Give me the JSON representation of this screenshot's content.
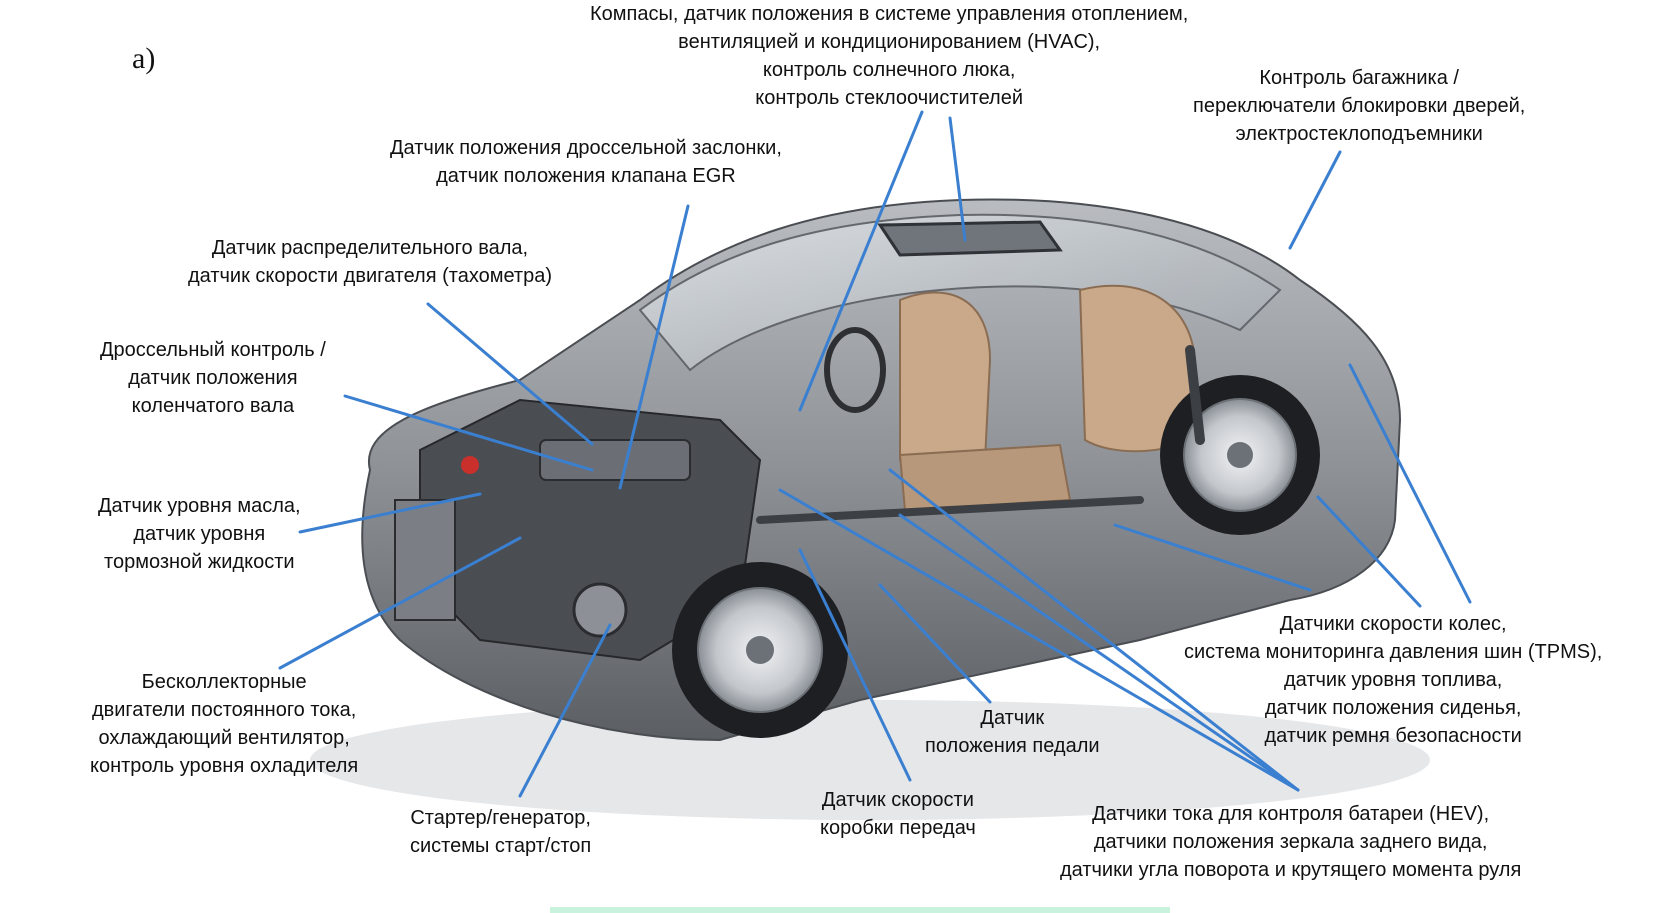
{
  "panel_label": "a)",
  "colors": {
    "leader_line": "#3a7fd0",
    "car_body": "#8e9297",
    "car_body_dark": "#55595e",
    "glass": "#c9ced3",
    "seat": "#c9a98a",
    "engine": "#4a4d52",
    "tire": "#1e1f22",
    "rim": "#d7dade"
  },
  "callouts": {
    "hvac": {
      "lines": [
        "Компасы, датчик положения в системе управления отоплением,",
        "вентиляцией и кондиционированием (HVAC),",
        "контроль солнечного люка,",
        "контроль стеклоочистителей"
      ]
    },
    "trunk": {
      "lines": [
        "Контроль багажника /",
        "переключатели блокировки дверей,",
        "электростеклоподъемники"
      ]
    },
    "throttle_egr": {
      "lines": [
        "Датчик положения дроссельной заслонки,",
        "датчик положения клапана EGR"
      ]
    },
    "camshaft": {
      "lines": [
        "Датчик распределительного вала,",
        "датчик скорости двигателя (тахометра)"
      ]
    },
    "crankshaft": {
      "lines": [
        "Дроссельный контроль /",
        "датчик положения",
        "коленчатого вала"
      ]
    },
    "oil_level": {
      "lines": [
        "Датчик уровня масла,",
        "датчик уровня",
        "тормозной жидкости"
      ]
    },
    "bldc": {
      "lines": [
        "Бесколлекторные",
        "двигатели постоянного тока,",
        "охлаждающий вентилятор,",
        "контроль уровня охладителя"
      ]
    },
    "starter": {
      "lines": [
        "Стартер/генератор,",
        "системы старт/стоп"
      ]
    },
    "gearbox": {
      "lines": [
        "Датчик скорости",
        "коробки передач"
      ]
    },
    "pedal": {
      "lines": [
        "Датчик",
        "положения педали"
      ]
    },
    "battery": {
      "lines": [
        "Датчики тока для контроля батареи (HEV),",
        "датчики положения зеркала заднего вида,",
        "датчики угла поворота и крутящего момента руля"
      ]
    },
    "wheels": {
      "lines": [
        "Датчики скорости колес,",
        "система мониторинга давления шин (TPMS),",
        "датчик уровня топлива,",
        "датчик положения сиденья,",
        "датчик ремня безопасности"
      ]
    }
  }
}
